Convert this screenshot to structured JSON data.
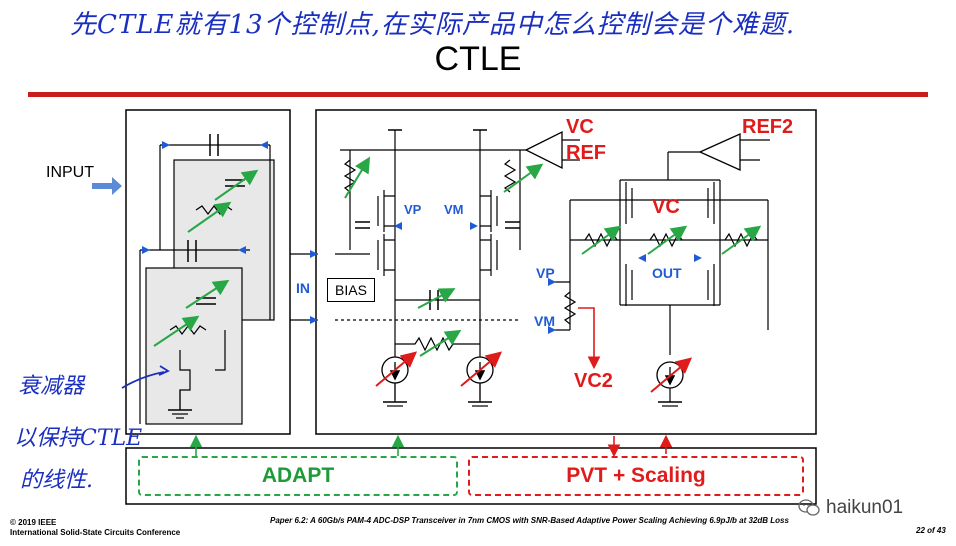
{
  "handnote_top": "先CTLE就有13个控制点,在实际产品中怎么控制会是个难题.",
  "title": "CTLE",
  "labels": {
    "input": "INPUT",
    "in": "IN",
    "bias": "BIAS",
    "vp_left": "VP",
    "vm_left": "VM",
    "vc_ref_1": "VC",
    "vc_ref_2": "REF",
    "ref2": "REF2",
    "vc_right": "VC",
    "out": "OUT",
    "vp_right": "VP",
    "vm_right": "VM",
    "vc2": "VC2"
  },
  "blocks": {
    "adapt": "ADAPT",
    "pvt": "PVT + Scaling"
  },
  "side_note": {
    "line1": "衰减器",
    "line2": "以保持CTLE",
    "line3": "的线性."
  },
  "footer": {
    "copyright_1": "© 2019 IEEE",
    "copyright_2": "International Solid-State Circuits Conference",
    "paper": "Paper 6.2: A 60Gb/s PAM-4 ADC-DSP Transceiver in 7nm CMOS with SNR-Based Adaptive Power Scaling Achieving 6.9pJ/b at 32dB Loss",
    "page": "22 of 43"
  },
  "watermark": "haikun01",
  "colors": {
    "accent_red": "#e01b1b",
    "accent_green": "#27a745",
    "accent_blue": "#1f5bd6",
    "hand_blue": "#1a2fbf"
  }
}
